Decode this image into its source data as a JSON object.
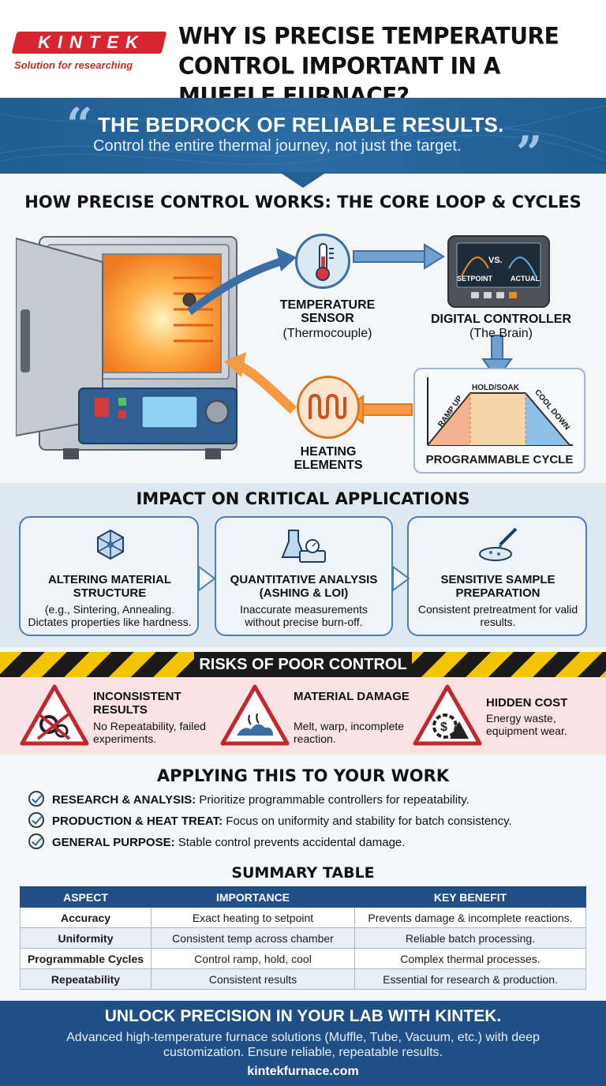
{
  "header": {
    "logo_text": "KINTEK",
    "logo_tagline": "Solution for researching",
    "title": "WHY IS PRECISE TEMPERATURE CONTROL IMPORTANT IN A MUFFLE FURNACE?"
  },
  "banner": {
    "title": "THE BEDROCK OF RELIABLE RESULTS.",
    "subtitle": "Control the entire thermal journey, not just the target."
  },
  "how": {
    "title": "HOW PRECISE CONTROL WORKS: THE CORE LOOP & CYCLES",
    "sensor_label": "TEMPERATURE SENSOR",
    "sensor_sub": "(Thermocouple)",
    "controller_label": "DIGITAL CONTROLLER",
    "controller_sub": "(The Brain)",
    "controller_screen": {
      "vs": "VS.",
      "setpoint": "SETPOINT",
      "actual": "ACTUAL"
    },
    "heating_label": "HEATING ELEMENTS",
    "cycle_label": "PROGRAMMABLE CYCLE",
    "cycle_phases": {
      "ramp": "RAMP UP",
      "hold": "HOLD/SOAK",
      "cool": "COOL DOWN"
    }
  },
  "impact": {
    "title": "IMPACT ON CRITICAL APPLICATIONS",
    "cards": [
      {
        "title": "ALTERING MATERIAL STRUCTURE",
        "body": "(e.g., Sintering, Annealing. Dictates properties like hardness."
      },
      {
        "title": "QUANTITATIVE ANALYSIS (ASHING & LOI)",
        "body": "Inaccurate measurements without precise burn-off."
      },
      {
        "title": "SENSITIVE SAMPLE PREPARATION",
        "body": "Consistent pretreatment for valid results."
      }
    ]
  },
  "risks": {
    "title": "RISKS OF POOR CONTROL",
    "items": [
      {
        "title": "INCONSISTENT RESULTS",
        "body": "No Repeatability, failed experiments."
      },
      {
        "title": "MATERIAL DAMAGE",
        "body": "Melt, warp, incomplete reaction."
      },
      {
        "title": "HIDDEN COST",
        "body": "Energy waste, equipment wear."
      }
    ]
  },
  "apply": {
    "title": "APPLYING THIS TO YOUR WORK",
    "items": [
      {
        "key": "RESEARCH & ANALYSIS:",
        "text": " Prioritize programmable controllers for repeatability."
      },
      {
        "key": "PRODUCTION & HEAT TREAT:",
        "text": " Focus on uniformity and stability for batch consistency."
      },
      {
        "key": "GENERAL PURPOSE:",
        "text": " Stable control prevents accidental damage."
      }
    ]
  },
  "summary": {
    "title": "SUMMARY TABLE",
    "headers": [
      "ASPECT",
      "IMPORTANCE",
      "KEY BENEFIT"
    ],
    "rows": [
      [
        "Accuracy",
        "Exact heating to setpoint",
        "Prevents damage & incomplete reactions."
      ],
      [
        "Uniformity",
        "Consistent temp across chamber",
        "Reliable batch processing."
      ],
      [
        "Programmable Cycles",
        "Control ramp, hold, cool",
        "Complex thermal processes."
      ],
      [
        "Repeatability",
        "Consistent results",
        "Essential for research & production."
      ]
    ]
  },
  "footer": {
    "title": "UNLOCK PRECISION IN YOUR LAB WITH KINTEK.",
    "body": "Advanced high-temperature furnace solutions (Muffle, Tube, Vacuum, etc.) with deep customization. Ensure reliable, repeatable results.",
    "url": "kintekfurnace.com"
  },
  "colors": {
    "brand_red": "#d7262f",
    "brand_blue": "#1f4f86",
    "heat_orange": "#f08a2c",
    "hazard_yellow": "#f2c500"
  }
}
